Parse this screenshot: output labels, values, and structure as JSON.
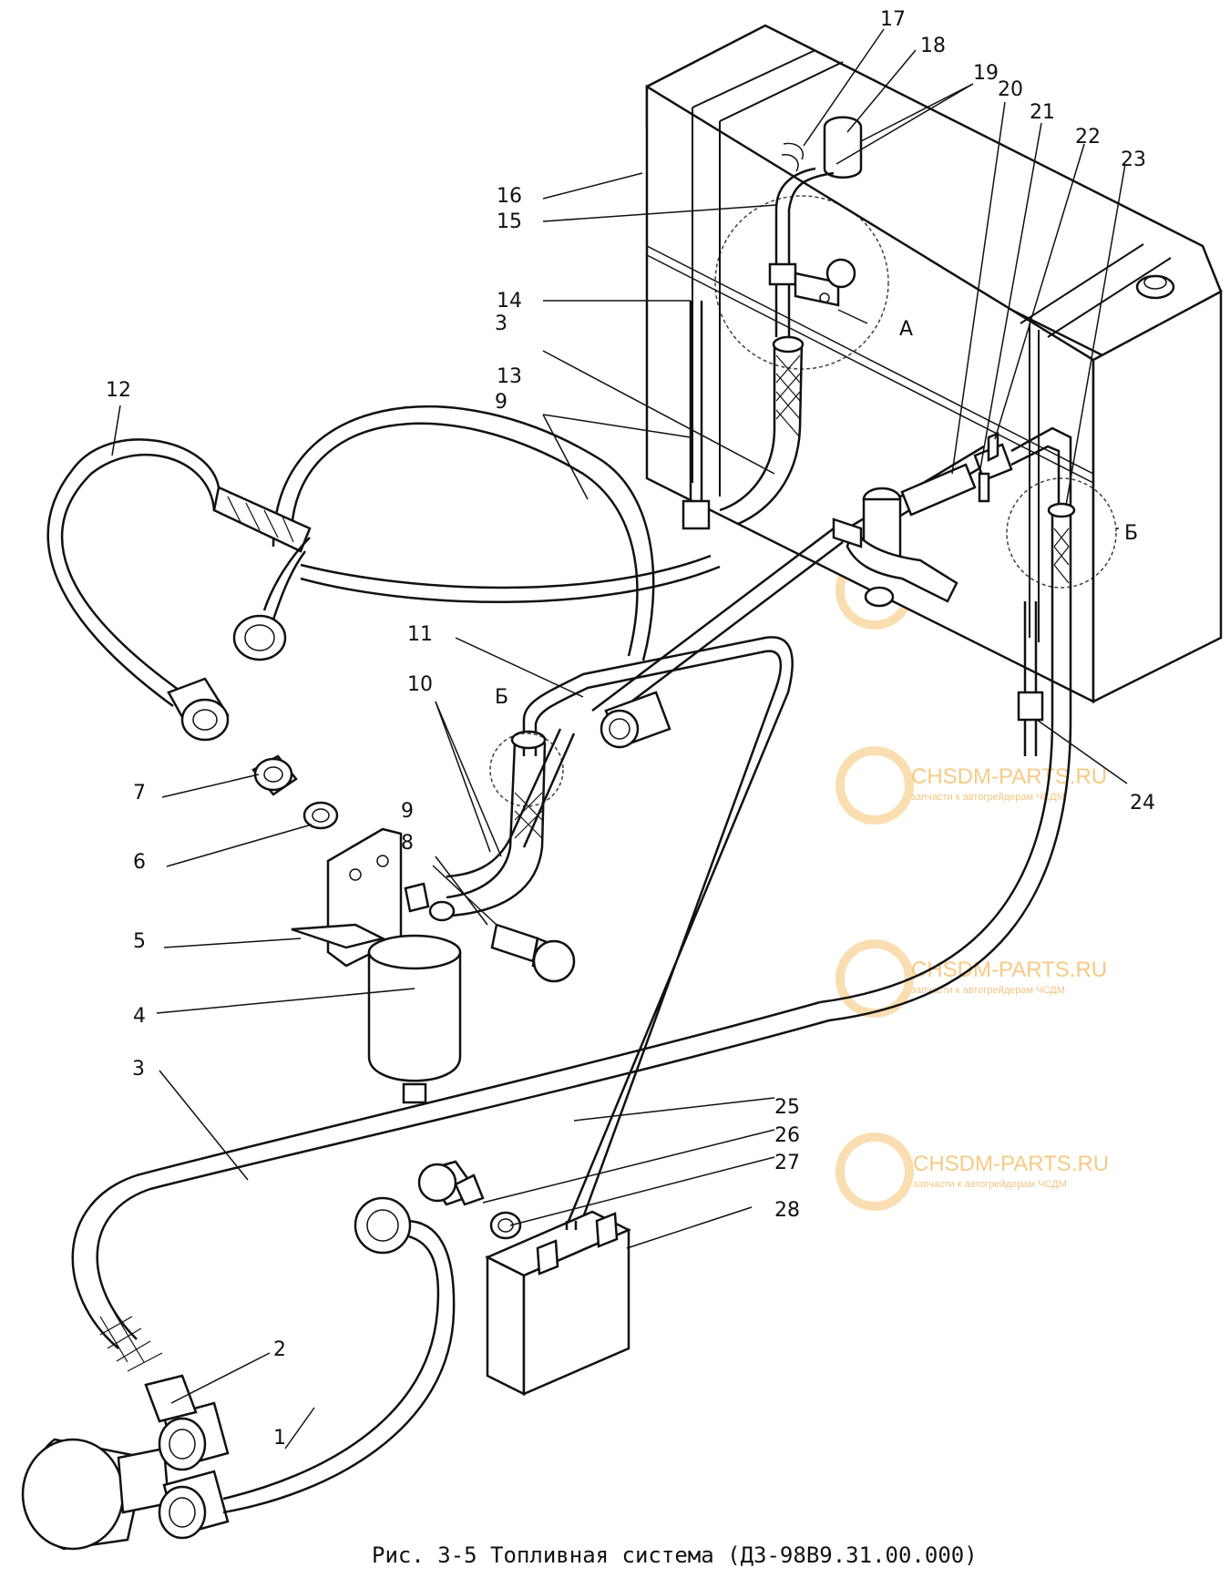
{
  "caption": "Рис. 3-5 Топливная система (ДЗ-98В9.31.00.000)",
  "callouts": [
    "1",
    "2",
    "3",
    "4",
    "5",
    "6",
    "7",
    "8",
    "9",
    "10",
    "11",
    "12",
    "13",
    "14",
    "15",
    "16",
    "17",
    "18",
    "19",
    "20",
    "21",
    "22",
    "23",
    "24",
    "25",
    "26",
    "27",
    "28"
  ],
  "views": {
    "a": "А",
    "b": "Б"
  },
  "watermark": {
    "title": "CHSDM-PARTS.RU",
    "subtitle": "запчасти к автогрейдерам ЧСДМ"
  },
  "colors": {
    "line": "#111111",
    "watermark": "#f0a020"
  }
}
